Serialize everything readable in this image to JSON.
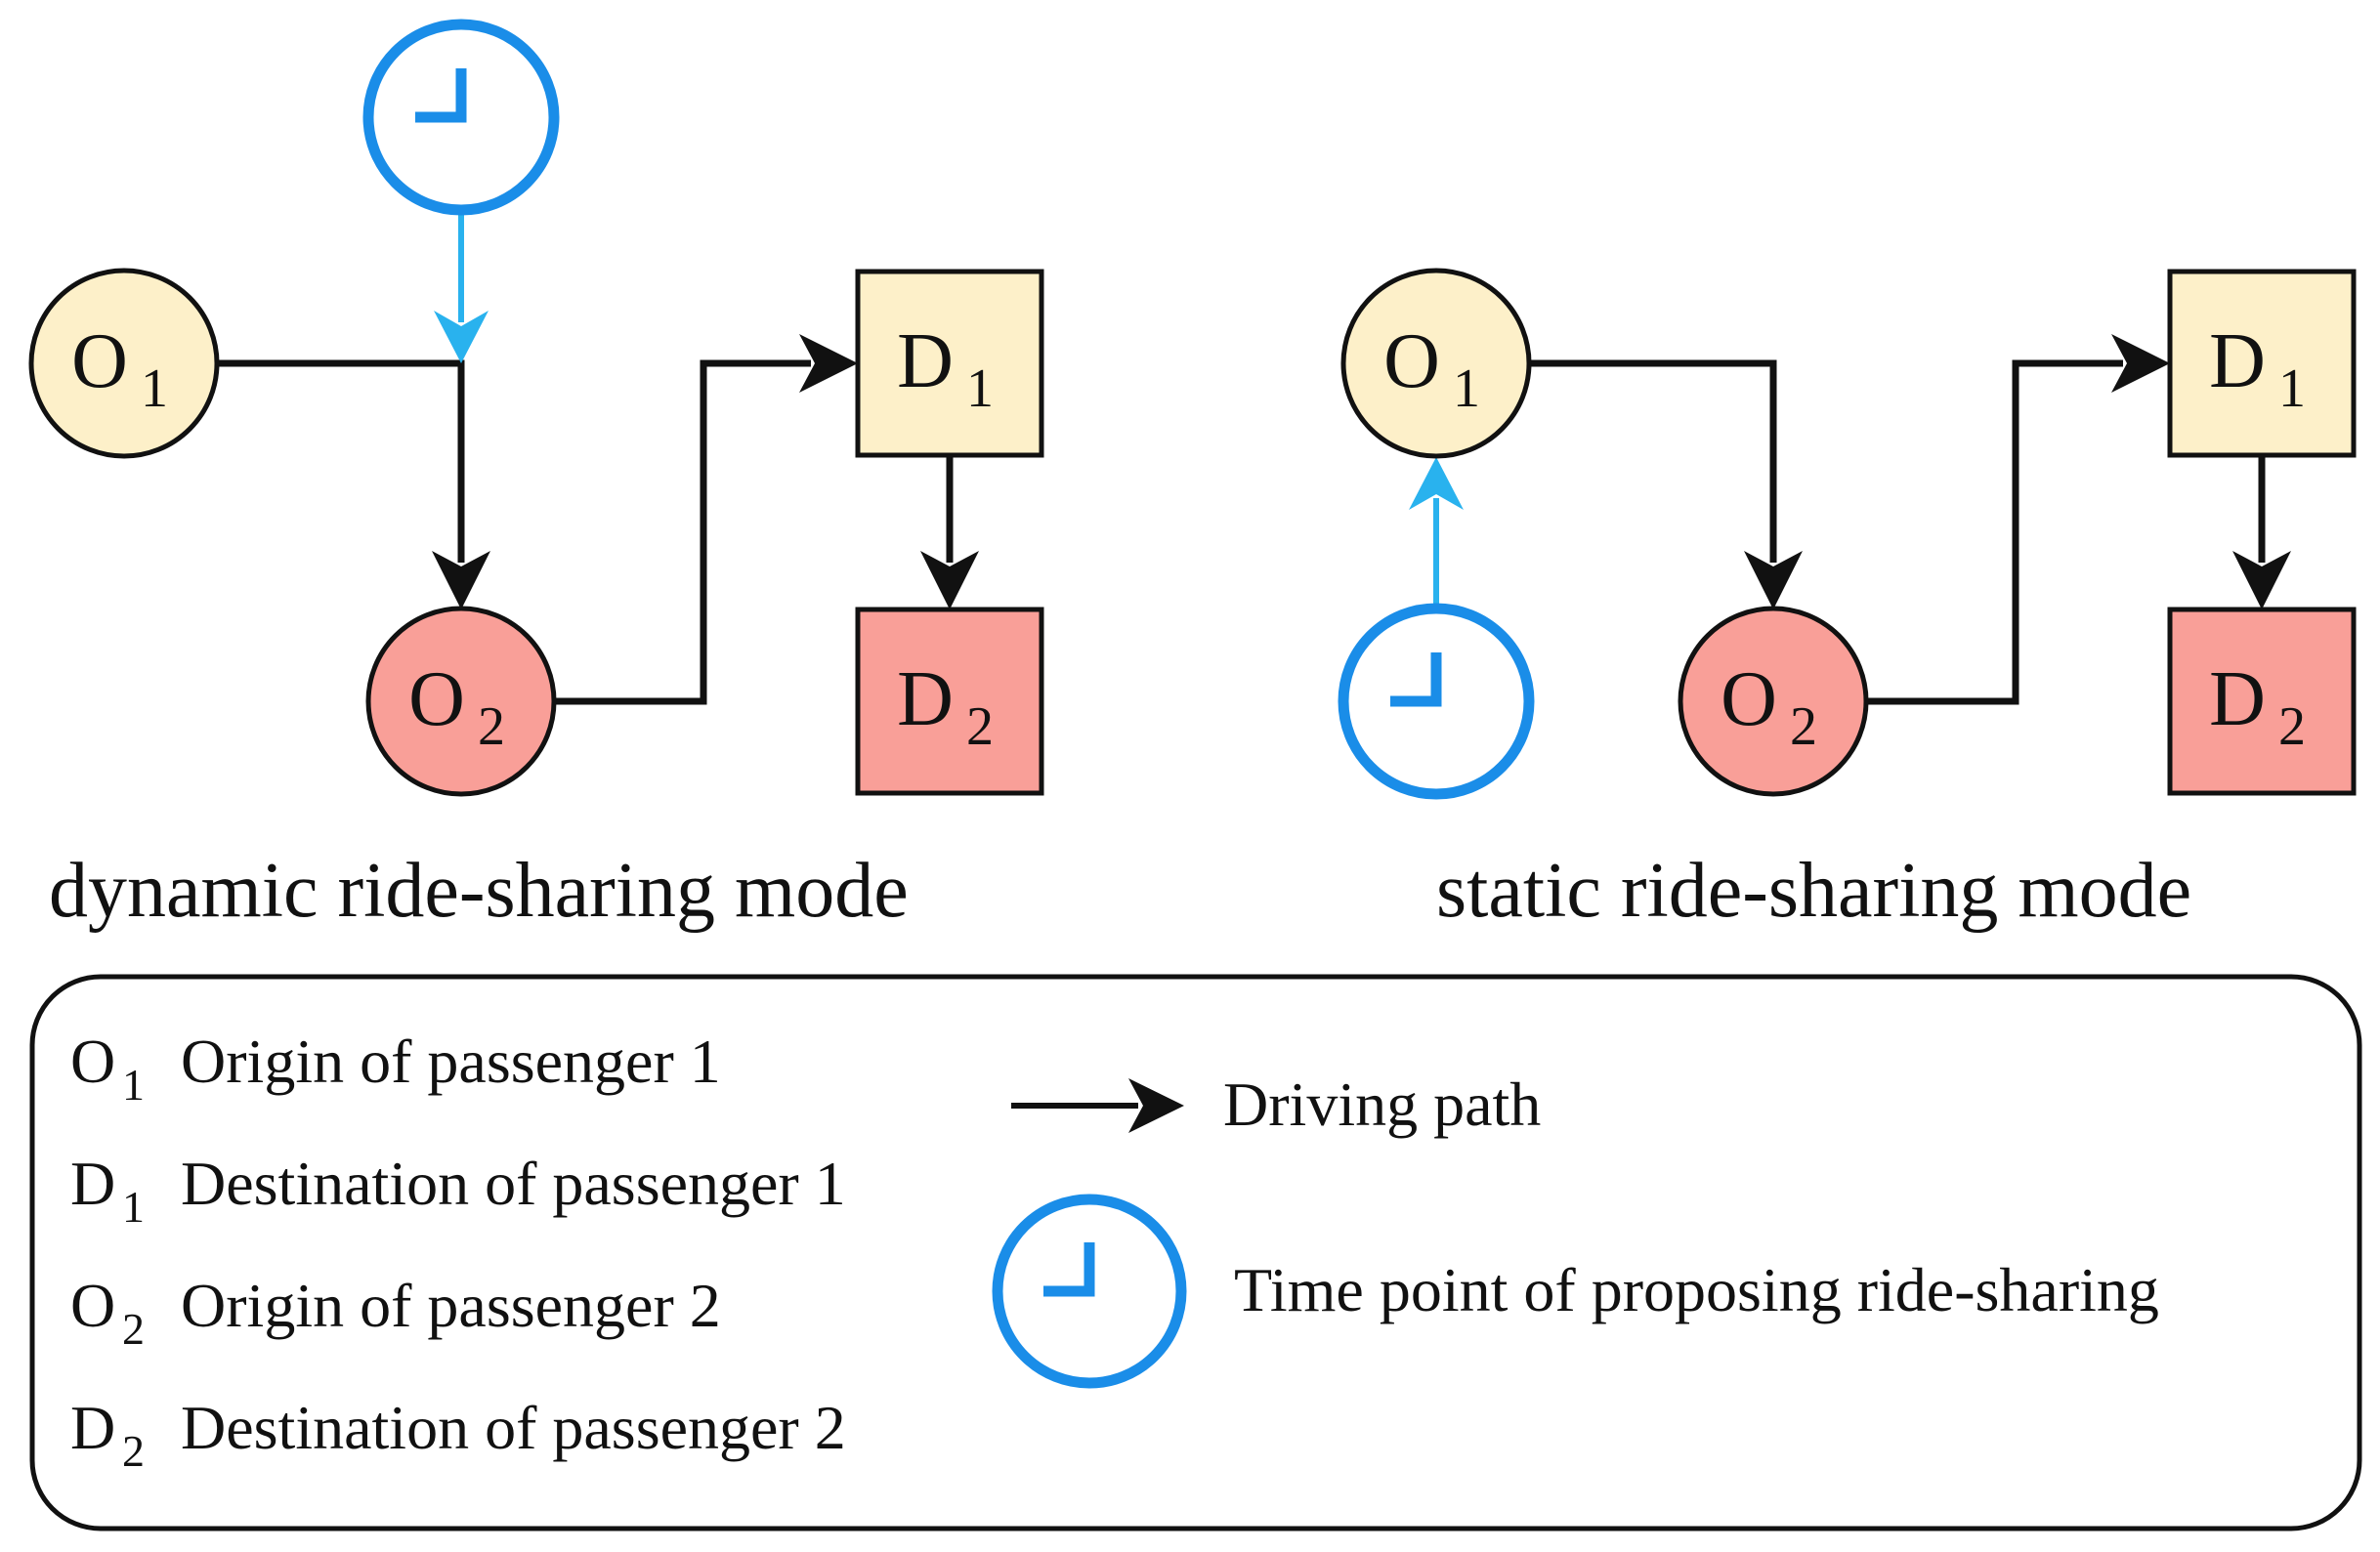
{
  "colors": {
    "origin1_fill": "#fdf0c9",
    "destination1_fill": "#fdf0c9",
    "origin2_fill": "#f99f98",
    "destination2_fill": "#f99f98",
    "stroke": "#111111",
    "clock": "#1a8de8",
    "time_arrow": "#29b2ee"
  },
  "icons": {
    "clock": "clock-icon",
    "arrow": "right-arrow-icon"
  },
  "diagrams": {
    "dynamic": {
      "title": "dynamic ride-sharing mode",
      "o1": {
        "letter": "O",
        "sub": "1"
      },
      "o2": {
        "letter": "O",
        "sub": "2"
      },
      "d1": {
        "letter": "D",
        "sub": "1"
      },
      "d2": {
        "letter": "D",
        "sub": "2"
      }
    },
    "static": {
      "title": "static ride-sharing mode",
      "o1": {
        "letter": "O",
        "sub": "1"
      },
      "o2": {
        "letter": "O",
        "sub": "2"
      },
      "d1": {
        "letter": "D",
        "sub": "1"
      },
      "d2": {
        "letter": "D",
        "sub": "2"
      }
    }
  },
  "legend": {
    "items": [
      {
        "symbol": "O",
        "sub": "1",
        "text": "Origin of passenger 1"
      },
      {
        "symbol": "D",
        "sub": "1",
        "text": "Destination of passenger 1"
      },
      {
        "symbol": "O",
        "sub": "2",
        "text": "Origin of passenger 2"
      },
      {
        "symbol": "D",
        "sub": "2",
        "text": "Destination of passenger 2"
      }
    ],
    "driving_path": "Driving path",
    "time_point": "Time point of proposing ride-sharing"
  }
}
